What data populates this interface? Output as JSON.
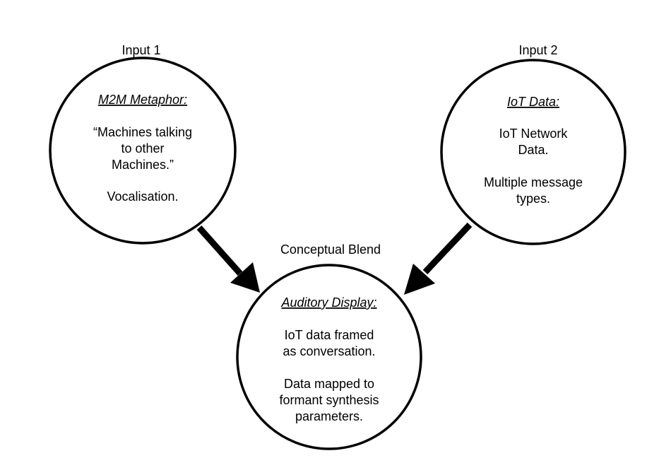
{
  "input1": {
    "label": "Input 1",
    "title": "M2M Metaphor:",
    "lines": [
      "“Machines talking",
      "to other",
      "Machines.”",
      "",
      "Vocalisation."
    ]
  },
  "input2": {
    "label": "Input 2",
    "title": "IoT Data:",
    "lines": [
      "IoT Network",
      "Data.",
      "",
      "Multiple message",
      "types."
    ]
  },
  "blend": {
    "label": "Conceptual Blend",
    "title": "Auditory Display:",
    "lines": [
      "IoT data framed",
      "as conversation.",
      "",
      "Data mapped to",
      "formant synthesis",
      "parameters."
    ]
  }
}
